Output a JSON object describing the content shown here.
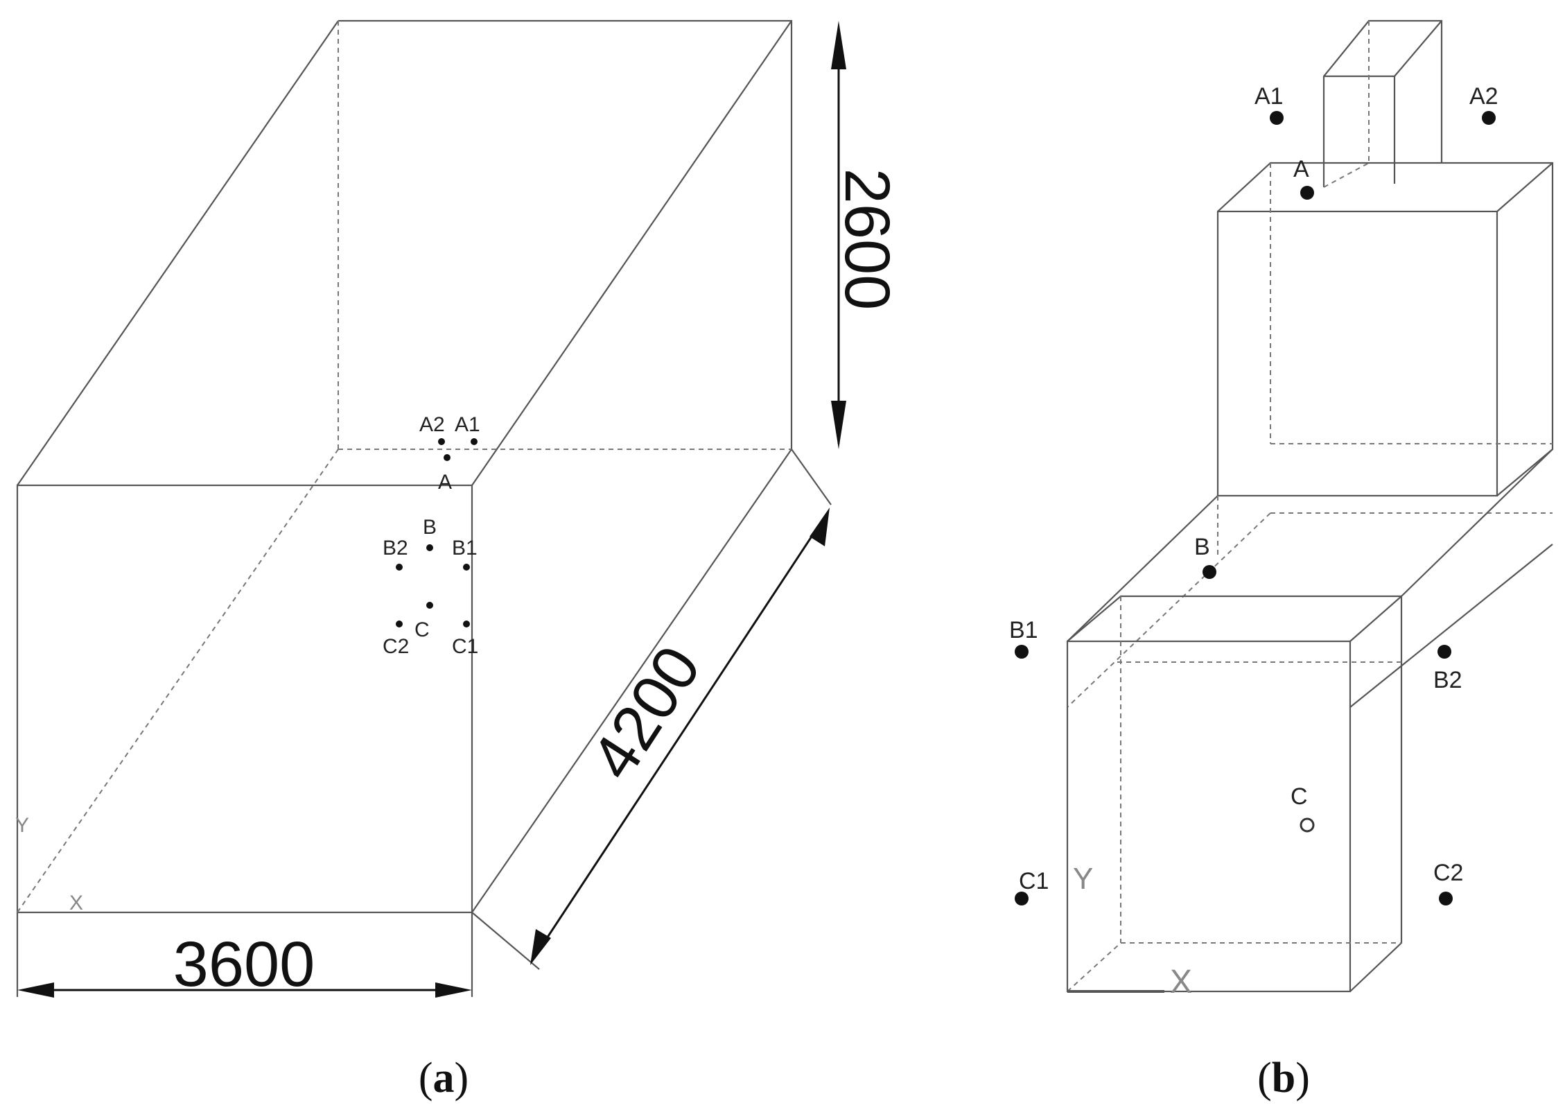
{
  "panel_a": {
    "caption_letter": "a",
    "dimensions": {
      "width": "3600",
      "depth": "4200",
      "height": "2600"
    },
    "axes": {
      "y": "Y",
      "x": "X"
    },
    "points": {
      "A": "A",
      "A1": "A1",
      "A2": "A2",
      "B": "B",
      "B1": "B1",
      "B2": "B2",
      "C": "C",
      "C1": "C1",
      "C2": "C2"
    }
  },
  "panel_b": {
    "caption_letter": "b",
    "axes": {
      "y": "Y",
      "x": "X"
    },
    "points": {
      "A": "A",
      "A1": "A1",
      "A2": "A2",
      "B": "B",
      "B1": "B1",
      "B2": "B2",
      "C": "C",
      "C1": "C1",
      "C2": "C2"
    }
  },
  "colors": {
    "line": "#555555",
    "dimension": "#111111",
    "point": "#111111"
  }
}
